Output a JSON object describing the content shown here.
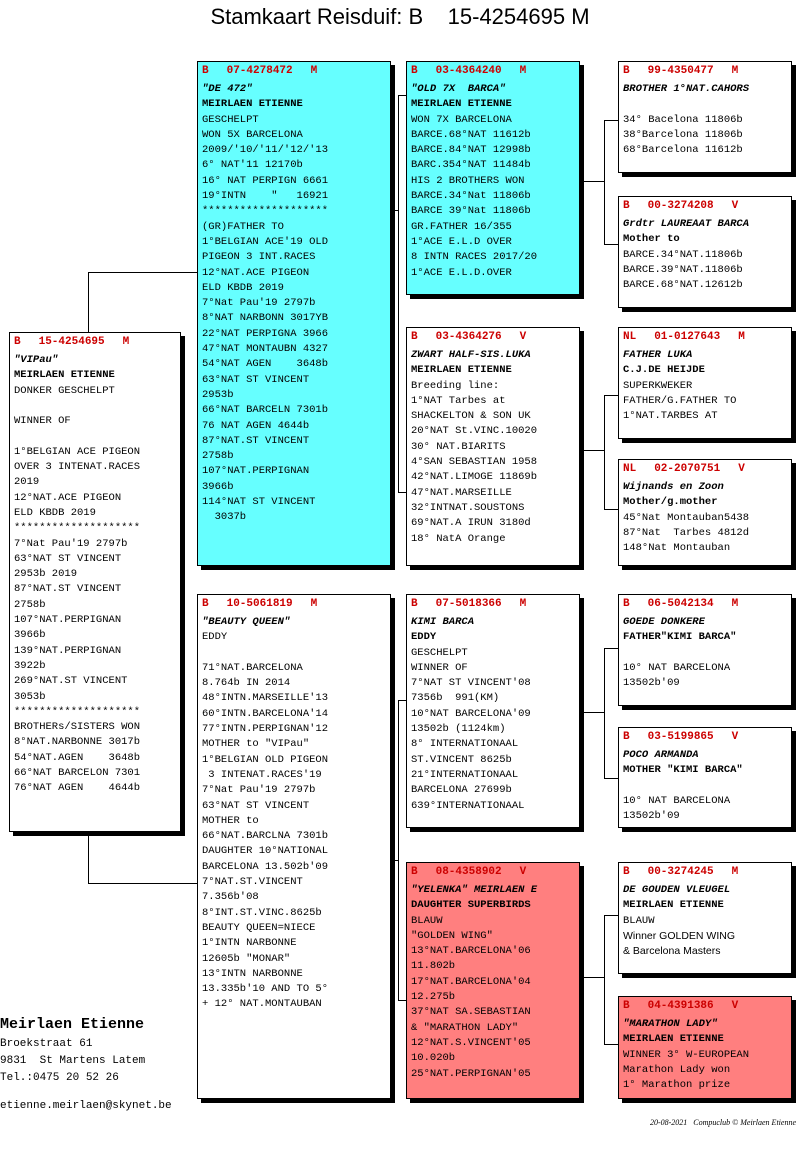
{
  "title": "Stamkaart Reisduif: B    15-4254695 M",
  "colors": {
    "cyan": "#66ffff",
    "red": "#ff7f7f",
    "header_red": "#cc0000"
  },
  "cards": [
    {
      "id": "subject",
      "style": "white",
      "header": {
        "country": "B",
        "ring": "15-4254695",
        "sex": "M"
      },
      "lines": [
        {
          "t": "\"VIPau\"",
          "s": "i"
        },
        {
          "t": "MEIRLAEN ETIENNE",
          "s": "b"
        },
        {
          "t": "DONKER GESCHELPT",
          "s": ""
        },
        {
          "t": "",
          "s": ""
        },
        {
          "t": "WINNER OF",
          "s": ""
        },
        {
          "t": "",
          "s": ""
        },
        {
          "t": "1°BELGIAN ACE PIGEON",
          "s": ""
        },
        {
          "t": "OVER 3 INTENAT.RACES",
          "s": ""
        },
        {
          "t": "2019",
          "s": ""
        },
        {
          "t": "12°NAT.ACE PIGEON",
          "s": ""
        },
        {
          "t": "ELD KBDB 2019",
          "s": ""
        },
        {
          "t": "********************",
          "s": ""
        },
        {
          "t": "7°Nat Pau'19 2797b",
          "s": ""
        },
        {
          "t": "63°NAT ST VINCENT",
          "s": ""
        },
        {
          "t": "2953b 2019",
          "s": ""
        },
        {
          "t": "87°NAT.ST VINCENT",
          "s": ""
        },
        {
          "t": "2758b",
          "s": ""
        },
        {
          "t": "107°NAT.PERPIGNAN",
          "s": ""
        },
        {
          "t": "3966b",
          "s": ""
        },
        {
          "t": "139°NAT.PERPIGNAN",
          "s": ""
        },
        {
          "t": "3922b",
          "s": ""
        },
        {
          "t": "269°NAT.ST VINCENT",
          "s": ""
        },
        {
          "t": "3053b",
          "s": ""
        },
        {
          "t": "********************",
          "s": ""
        },
        {
          "t": "BROTHERs/SISTERS WON",
          "s": ""
        },
        {
          "t": "8°NAT.NARBONNE 3017b",
          "s": ""
        },
        {
          "t": "54°NAT.AGEN    3648b",
          "s": ""
        },
        {
          "t": "66°NAT BARCELON 7301",
          "s": ""
        },
        {
          "t": "76°NAT AGEN    4644b",
          "s": ""
        }
      ]
    },
    {
      "id": "father",
      "style": "cyan",
      "header": {
        "country": "B",
        "ring": "07-4278472",
        "sex": "M"
      },
      "lines": [
        {
          "t": "\"DE 472\"",
          "s": "i"
        },
        {
          "t": "MEIRLAEN ETIENNE",
          "s": "b"
        },
        {
          "t": "GESCHELPT",
          "s": ""
        },
        {
          "t": "WON 5X BARCELONA",
          "s": ""
        },
        {
          "t": "2009/'10/'11/'12/'13",
          "s": ""
        },
        {
          "t": "6° NAT'11 12170b",
          "s": ""
        },
        {
          "t": "16° NAT PERPIGN 6661",
          "s": ""
        },
        {
          "t": "19°INTN    \"   16921",
          "s": ""
        },
        {
          "t": "********************",
          "s": ""
        },
        {
          "t": "(GR)FATHER TO",
          "s": ""
        },
        {
          "t": "1°BELGIAN ACE'19 OLD",
          "s": ""
        },
        {
          "t": "PIGEON 3 INT.RACES",
          "s": ""
        },
        {
          "t": "12°NAT.ACE PIGEON",
          "s": ""
        },
        {
          "t": "ELD KBDB 2019",
          "s": ""
        },
        {
          "t": "7°Nat Pau'19 2797b",
          "s": ""
        },
        {
          "t": "8°NAT NARBONN 3017YB",
          "s": ""
        },
        {
          "t": "22°NAT PERPIGNA 3966",
          "s": ""
        },
        {
          "t": "47°NAT MONTAUBN 4327",
          "s": ""
        },
        {
          "t": "54°NAT AGEN    3648b",
          "s": ""
        },
        {
          "t": "63°NAT ST VINCENT",
          "s": ""
        },
        {
          "t": "2953b",
          "s": ""
        },
        {
          "t": "66°NAT BARCELN 7301b",
          "s": ""
        },
        {
          "t": "76 NAT AGEN 4644b",
          "s": ""
        },
        {
          "t": "87°NAT.ST VINCENT",
          "s": ""
        },
        {
          "t": "2758b",
          "s": ""
        },
        {
          "t": "107°NAT.PERPIGNAN",
          "s": ""
        },
        {
          "t": "3966b",
          "s": ""
        },
        {
          "t": "114°NAT ST VINCENT",
          "s": ""
        },
        {
          "t": "  3037b",
          "s": ""
        }
      ]
    },
    {
      "id": "mother",
      "style": "white",
      "header": {
        "country": "B",
        "ring": "10-5061819",
        "sex": "M"
      },
      "lines": [
        {
          "t": "\"BEAUTY QUEEN\"",
          "s": "i"
        },
        {
          "t": "EDDY",
          "s": ""
        },
        {
          "t": "",
          "s": ""
        },
        {
          "t": "71°NAT.BARCELONA",
          "s": ""
        },
        {
          "t": "8.764b IN 2014",
          "s": ""
        },
        {
          "t": "48°INTN.MARSEILLE'13",
          "s": ""
        },
        {
          "t": "60°INTN.BARCELONA'14",
          "s": ""
        },
        {
          "t": "77°INTN.PERPIGNAN'12",
          "s": ""
        },
        {
          "t": "MOTHER to \"VIPau\"",
          "s": ""
        },
        {
          "t": "1°BELGIAN OLD PIGEON",
          "s": ""
        },
        {
          "t": " 3 INTENAT.RACES'19",
          "s": ""
        },
        {
          "t": "7°Nat Pau'19 2797b",
          "s": ""
        },
        {
          "t": "63°NAT ST VINCENT",
          "s": ""
        },
        {
          "t": "MOTHER to",
          "s": ""
        },
        {
          "t": "66°NAT.BARCLNA 7301b",
          "s": ""
        },
        {
          "t": "DAUGHTER 10°NATIONAL",
          "s": ""
        },
        {
          "t": "BARCELONA 13.502b'09",
          "s": ""
        },
        {
          "t": "7°NAT.ST.VINCENT",
          "s": ""
        },
        {
          "t": "7.356b'08",
          "s": ""
        },
        {
          "t": "8°INT.ST.VINC.8625b",
          "s": ""
        },
        {
          "t": "BEAUTY QUEEN=NIECE",
          "s": ""
        },
        {
          "t": "1°INTN NARBONNE",
          "s": ""
        },
        {
          "t": "12605b \"MONAR\"",
          "s": ""
        },
        {
          "t": "13°INTN NARBONNE",
          "s": ""
        },
        {
          "t": "13.335b'10 AND TO 5°",
          "s": ""
        },
        {
          "t": "+ 12° NAT.MONTAUBAN",
          "s": ""
        }
      ]
    },
    {
      "id": "ff",
      "style": "cyan",
      "header": {
        "country": "B",
        "ring": "03-4364240",
        "sex": "M"
      },
      "lines": [
        {
          "t": "\"OLD 7X  BARCA\"",
          "s": "i"
        },
        {
          "t": "MEIRLAEN ETIENNE",
          "s": "b"
        },
        {
          "t": "WON 7X BARCELONA",
          "s": ""
        },
        {
          "t": "BARCE.68°NAT 11612b",
          "s": ""
        },
        {
          "t": "BARCE.84°NAT 12998b",
          "s": ""
        },
        {
          "t": "BARC.354°NAT 11484b",
          "s": ""
        },
        {
          "t": "HIS 2 BROTHERS WON",
          "s": ""
        },
        {
          "t": "BARCE.34°Nat 11806b",
          "s": ""
        },
        {
          "t": "BARCE 39°Nat 11806b",
          "s": ""
        },
        {
          "t": "GR.FATHER 16/355",
          "s": ""
        },
        {
          "t": "1°ACE E.L.D OVER",
          "s": ""
        },
        {
          "t": "8 INTN RACES 2017/20",
          "s": ""
        },
        {
          "t": "1°ACE E.L.D.OVER",
          "s": ""
        }
      ]
    },
    {
      "id": "fm",
      "style": "white",
      "header": {
        "country": "B",
        "ring": "03-4364276",
        "sex": "V"
      },
      "lines": [
        {
          "t": "ZWART HALF-SIS.LUKA",
          "s": "i"
        },
        {
          "t": "MEIRLAEN ETIENNE",
          "s": "b"
        },
        {
          "t": "Breeding line:",
          "s": ""
        },
        {
          "t": "1°NAT Tarbes at",
          "s": ""
        },
        {
          "t": "SHACKELTON & SON UK",
          "s": ""
        },
        {
          "t": "20°NAT St.VINC.10020",
          "s": ""
        },
        {
          "t": "30° NAT.BIARITS",
          "s": ""
        },
        {
          "t": "4°SAN SEBASTIAN 1958",
          "s": ""
        },
        {
          "t": "42°NAT.LIMOGE 11869b",
          "s": ""
        },
        {
          "t": "47°NAT.MARSEILLE",
          "s": ""
        },
        {
          "t": "32°INTNAT.SOUSTONS",
          "s": ""
        },
        {
          "t": "69°NAT.A IRUN 3180d",
          "s": ""
        },
        {
          "t": "18° NatA Orange",
          "s": ""
        }
      ]
    },
    {
      "id": "mf",
      "style": "white",
      "header": {
        "country": "B",
        "ring": "07-5018366",
        "sex": "M"
      },
      "lines": [
        {
          "t": "KIMI BARCA",
          "s": "i"
        },
        {
          "t": "EDDY",
          "s": "b"
        },
        {
          "t": "GESCHELPT",
          "s": ""
        },
        {
          "t": "WINNER OF",
          "s": ""
        },
        {
          "t": "7°NAT ST VINCENT'08",
          "s": ""
        },
        {
          "t": "7356b  991(KM)",
          "s": ""
        },
        {
          "t": "10°NAT BARCELONA'09",
          "s": ""
        },
        {
          "t": "13502b (1124km)",
          "s": ""
        },
        {
          "t": "8° INTERNATIONAAL",
          "s": ""
        },
        {
          "t": "ST.VINCENT 8625b",
          "s": ""
        },
        {
          "t": "21°INTERNATIONAAL",
          "s": ""
        },
        {
          "t": "BARCELONA 27699b",
          "s": ""
        },
        {
          "t": "639°INTERNATIONAAL",
          "s": ""
        }
      ]
    },
    {
      "id": "mm",
      "style": "red",
      "header": {
        "country": "B",
        "ring": "08-4358902",
        "sex": "V"
      },
      "lines": [
        {
          "t": "\"YELENKA\" MEIRLAEN E",
          "s": "i"
        },
        {
          "t": "DAUGHTER SUPERBIRDS",
          "s": "b"
        },
        {
          "t": "BLAUW",
          "s": ""
        },
        {
          "t": "\"GOLDEN WING\"",
          "s": ""
        },
        {
          "t": "13°NAT.BARCELONA'06",
          "s": ""
        },
        {
          "t": "11.802b",
          "s": ""
        },
        {
          "t": "17°NAT.BARCELONA'04",
          "s": ""
        },
        {
          "t": "12.275b",
          "s": ""
        },
        {
          "t": "37°NAT SA.SEBASTIAN",
          "s": ""
        },
        {
          "t": "& \"MARATHON LADY\"",
          "s": ""
        },
        {
          "t": "12°NAT.S.VINCENT'05",
          "s": ""
        },
        {
          "t": "10.020b",
          "s": ""
        },
        {
          "t": "25°NAT.PERPIGNAN'05",
          "s": ""
        }
      ]
    },
    {
      "id": "fff",
      "style": "white",
      "header": {
        "country": "B",
        "ring": "99-4350477",
        "sex": "M"
      },
      "lines": [
        {
          "t": "BROTHER 1°NAT.CAHORS",
          "s": "i"
        },
        {
          "t": "",
          "s": ""
        },
        {
          "t": "34° Bacelona 11806b",
          "s": ""
        },
        {
          "t": "38°Barcelona 11806b",
          "s": ""
        },
        {
          "t": "68°Barcelona 11612b",
          "s": ""
        }
      ]
    },
    {
      "id": "ffm",
      "style": "white",
      "header": {
        "country": "B",
        "ring": "00-3274208",
        "sex": "V"
      },
      "lines": [
        {
          "t": "Grdtr LAUREAAT BARCA",
          "s": "i"
        },
        {
          "t": "Mother to",
          "s": "b"
        },
        {
          "t": "BARCE.34°NAT.11806b",
          "s": ""
        },
        {
          "t": "BARCE.39°NAT.11806b",
          "s": ""
        },
        {
          "t": "BARCE.68°NAT.12612b",
          "s": ""
        }
      ]
    },
    {
      "id": "fmf",
      "style": "white",
      "header": {
        "country": "NL",
        "ring": "01-0127643",
        "sex": "M"
      },
      "lines": [
        {
          "t": "FATHER LUKA",
          "s": "i"
        },
        {
          "t": "C.J.DE HEIJDE",
          "s": "b"
        },
        {
          "t": "SUPERKWEKER",
          "s": ""
        },
        {
          "t": "FATHER/G.FATHER TO",
          "s": ""
        },
        {
          "t": "1°NAT.TARBES AT",
          "s": ""
        }
      ]
    },
    {
      "id": "fmm",
      "style": "white",
      "header": {
        "country": "NL",
        "ring": "02-2070751",
        "sex": "V"
      },
      "lines": [
        {
          "t": "Wijnands en Zoon",
          "s": "i"
        },
        {
          "t": "Mother/g.mother",
          "s": "b"
        },
        {
          "t": "45°Nat Montauban5438",
          "s": ""
        },
        {
          "t": "87°Nat  Tarbes 4812d",
          "s": ""
        },
        {
          "t": "148°Nat Montauban",
          "s": ""
        }
      ]
    },
    {
      "id": "mff",
      "style": "white",
      "header": {
        "country": "B",
        "ring": "06-5042134",
        "sex": "M"
      },
      "lines": [
        {
          "t": "GOEDE DONKERE",
          "s": "i"
        },
        {
          "t": "FATHER\"KIMI BARCA\"",
          "s": "b"
        },
        {
          "t": "",
          "s": ""
        },
        {
          "t": "10° NAT BARCELONA",
          "s": ""
        },
        {
          "t": "13502b'09",
          "s": ""
        }
      ]
    },
    {
      "id": "mfm",
      "style": "white",
      "header": {
        "country": "B",
        "ring": "03-5199865",
        "sex": "V"
      },
      "lines": [
        {
          "t": "POCO ARMANDA",
          "s": "i"
        },
        {
          "t": "MOTHER \"KIMI BARCA\"",
          "s": "b"
        },
        {
          "t": "",
          "s": ""
        },
        {
          "t": "10° NAT BARCELONA",
          "s": ""
        },
        {
          "t": "13502b'09",
          "s": ""
        }
      ]
    },
    {
      "id": "mmf",
      "style": "white",
      "header": {
        "country": "B",
        "ring": "00-3274245",
        "sex": "M"
      },
      "lines": [
        {
          "t": "DE GOUDEN VLEUGEL",
          "s": "i"
        },
        {
          "t": "MEIRLAEN ETIENNE",
          "s": "b"
        },
        {
          "t": "BLAUW",
          "s": ""
        },
        {
          "t": "Winner GOLDEN WING",
          "s": "p"
        },
        {
          "t": "& Barcelona Masters",
          "s": "p"
        }
      ]
    },
    {
      "id": "mmm",
      "style": "red",
      "header": {
        "country": "B",
        "ring": "04-4391386",
        "sex": "V"
      },
      "lines": [
        {
          "t": "\"MARATHON LADY\"",
          "s": "i"
        },
        {
          "t": "MEIRLAEN ETIENNE",
          "s": "b"
        },
        {
          "t": "WINNER 3° W-EUROPEAN",
          "s": ""
        },
        {
          "t": "Marathon Lady won",
          "s": ""
        },
        {
          "t": "1° Marathon prize",
          "s": ""
        }
      ]
    }
  ],
  "owner": {
    "name": "Meirlaen Etienne",
    "street": "Broekstraat 61",
    "city": "9831  St Martens Latem",
    "phone": "Tel.:0475 20 52 26",
    "email": "etienne.meirlaen@skynet.be"
  },
  "footer": "20-08-2021   Compuclub © Meirlaen Etienne"
}
